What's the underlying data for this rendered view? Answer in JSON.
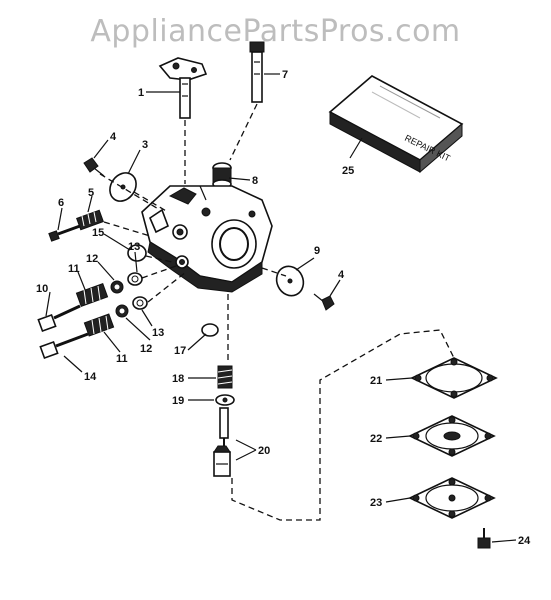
{
  "watermark": "AppliancePartsPros.com",
  "kit_box_text": "REPAIR KIT",
  "callouts": {
    "p1": "1",
    "p3": "3",
    "p4a": "4",
    "p4b": "4",
    "p5": "5",
    "p6": "6",
    "p7": "7",
    "p8": "8",
    "p9": "9",
    "p10": "10",
    "p11a": "11",
    "p11b": "11",
    "p12a": "12",
    "p12b": "12",
    "p13a": "13",
    "p13b": "13",
    "p14": "14",
    "p15": "15",
    "p17": "17",
    "p18": "18",
    "p19": "19",
    "p20": "20",
    "p21": "21",
    "p22": "22",
    "p23": "23",
    "p24": "24",
    "p25": "25"
  }
}
